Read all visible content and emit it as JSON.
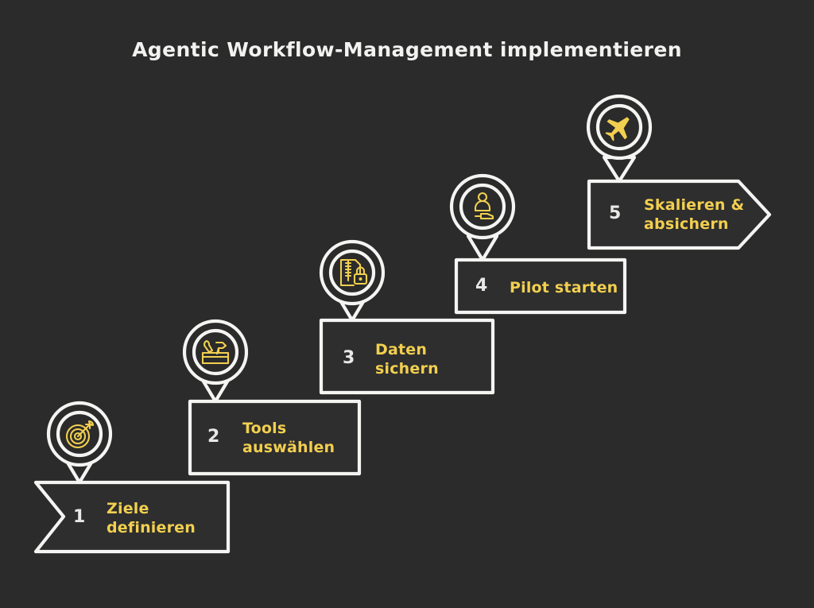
{
  "meta": {
    "background_color": "#2b2b2b",
    "accent_color": "#f2cf4f",
    "line_color": "#f4f4f2",
    "box_fill": "#2e2e2e",
    "number_color": "#e8e8e6",
    "title_color": "#f2f2f0"
  },
  "header": {
    "title": "Agentic Workflow-Management implementieren"
  },
  "diagram": {
    "type": "process-staircase",
    "orientation": "ascending-left-to-right",
    "step_count": 5,
    "steps": [
      {
        "number": "1",
        "label": "Ziele\ndefinieren",
        "label_flat": "Ziele definieren",
        "icon": "target-arrow-icon",
        "shape": "ribbon-notched-left"
      },
      {
        "number": "2",
        "label": "Tools\nauswählen",
        "label_flat": "Tools auswählen",
        "icon": "toolbox-icon",
        "shape": "rectangle"
      },
      {
        "number": "3",
        "label": "Daten\nsichern",
        "label_flat": "Daten sichern",
        "icon": "locked-file-icon",
        "shape": "rectangle"
      },
      {
        "number": "4",
        "label": "Pilot starten",
        "label_flat": "Pilot starten",
        "icon": "person-support-icon",
        "shape": "rectangle"
      },
      {
        "number": "5",
        "label": "Skalieren &\nabsichern",
        "label_flat": "Skalieren & absichern",
        "icon": "airplane-icon",
        "shape": "arrow-pointed-right"
      }
    ]
  }
}
